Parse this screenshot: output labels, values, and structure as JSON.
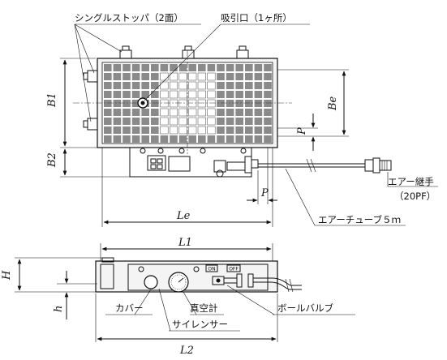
{
  "labels": {
    "single_stopper": "シングルストッパ（2面）",
    "suction_port": "吸引口（1ヶ所）",
    "air_fitting": "エアー継手",
    "air_fitting_spec": "（20PF）",
    "air_tube": "エアーチューブ５ｍ",
    "cover": "カバー",
    "vacuum_gauge": "真空計",
    "silencer": "サイレンサー",
    "ball_valve": "ボールバルブ",
    "on": "ON",
    "off": "OFF"
  },
  "dimensions": {
    "B1": "B1",
    "B2": "B2",
    "Be": "Be",
    "P_vertical": "P",
    "P_horizontal": "P",
    "Le": "Le",
    "L1": "L1",
    "L2": "L2",
    "H": "H",
    "h": "h"
  }
}
